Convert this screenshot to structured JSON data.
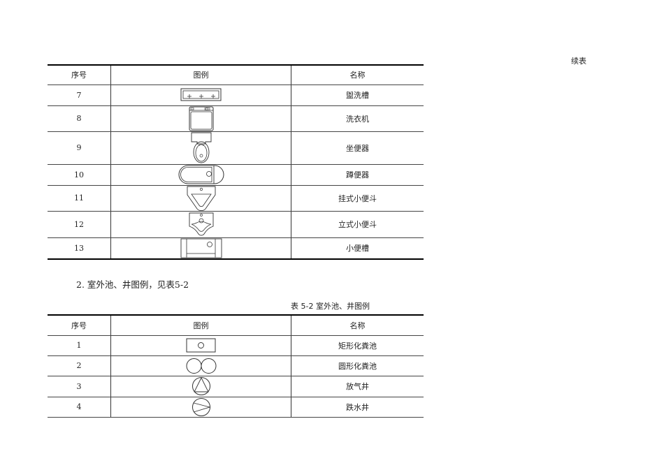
{
  "continued_label": "续表",
  "table1": {
    "headers": [
      "序号",
      "图例",
      "名称"
    ],
    "rows": [
      {
        "num": "7",
        "symbol": "wash-trough-icon",
        "name": "盥洗槽"
      },
      {
        "num": "8",
        "symbol": "washing-machine-icon",
        "name": "洗衣机"
      },
      {
        "num": "9",
        "symbol": "toilet-icon",
        "name": "坐便器"
      },
      {
        "num": "10",
        "symbol": "squat-toilet-icon",
        "name": "蹲便器"
      },
      {
        "num": "11",
        "symbol": "wall-urinal-icon",
        "name": "挂式小便斗"
      },
      {
        "num": "12",
        "symbol": "standing-urinal-icon",
        "name": "立式小便斗"
      },
      {
        "num": "13",
        "symbol": "urinal-trough-icon",
        "name": "小便槽"
      }
    ]
  },
  "section_heading": "2. 室外池、井图例，见表5-2",
  "table2": {
    "caption": "表 5-2  室外池、井图例",
    "headers": [
      "序号",
      "图例",
      "名称"
    ],
    "rows": [
      {
        "num": "1",
        "symbol": "rectangular-septic-tank-icon",
        "name": "矩形化粪池"
      },
      {
        "num": "2",
        "symbol": "circular-septic-tank-icon",
        "name": "圆形化粪池"
      },
      {
        "num": "3",
        "symbol": "vent-well-icon",
        "name": "放气井"
      },
      {
        "num": "4",
        "symbol": "drop-well-icon",
        "name": "跌水井"
      }
    ]
  }
}
